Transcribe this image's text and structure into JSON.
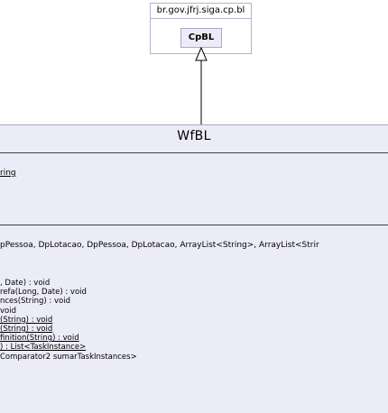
{
  "package": {
    "name": "br.gov.jfrj.siga.cp.bl",
    "class_name": "CpBL"
  },
  "main_class": {
    "name": "WfBL",
    "attribute": "ring",
    "constructor": "pPessoa, DpLotacao, DpPessoa, DpLotacao, ArrayList<String>, ArrayList<Strir",
    "methods": [
      {
        "text": ", Date) : void",
        "static": false
      },
      {
        "text": "refa(Long, Date) : void",
        "static": false
      },
      {
        "text": "nces(String) : void",
        "static": false
      },
      {
        "text": "void",
        "static": false
      },
      {
        "text": "(String) : void",
        "static": true
      },
      {
        "text": "(String) : void",
        "static": true
      },
      {
        "text": "finition(String) : void",
        "static": true
      },
      {
        "text": ") : List<TaskInstance>",
        "static": true
      },
      {
        "text": "Comparator2 sumarTaskInstances>",
        "static": false
      }
    ]
  }
}
